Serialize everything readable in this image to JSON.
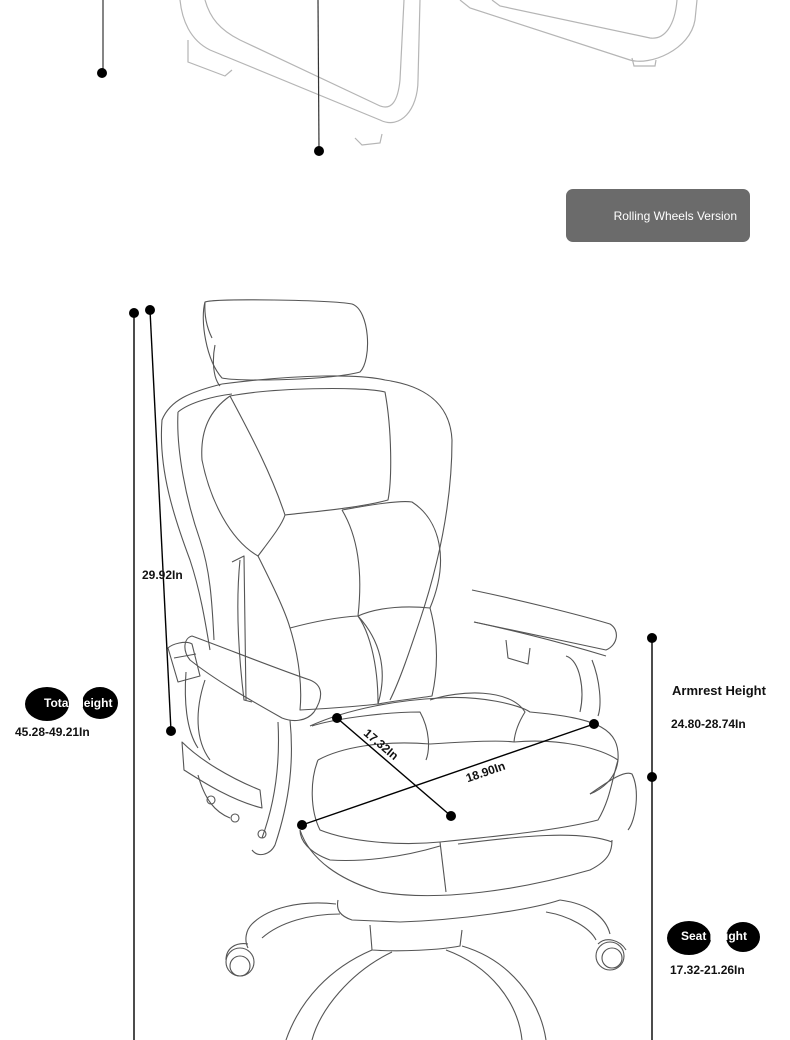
{
  "badge": {
    "text": "Rolling Wheels Version"
  },
  "dimensions": {
    "backrest_height": "29.92In",
    "total_height_label": "Total Height",
    "total_height_value": "45.28-49.21In",
    "seat_depth": "17.32In",
    "seat_width": "18.90In",
    "armrest_height_label": "Armrest Height",
    "armrest_height_value": "24.80-28.74In",
    "seat_height_label": "Seat Height",
    "seat_height_value": "17.32-21.26In"
  },
  "colors": {
    "line": "#000000",
    "sketch": "#8a8a8a",
    "badge_bg": "#6b6b6b"
  }
}
